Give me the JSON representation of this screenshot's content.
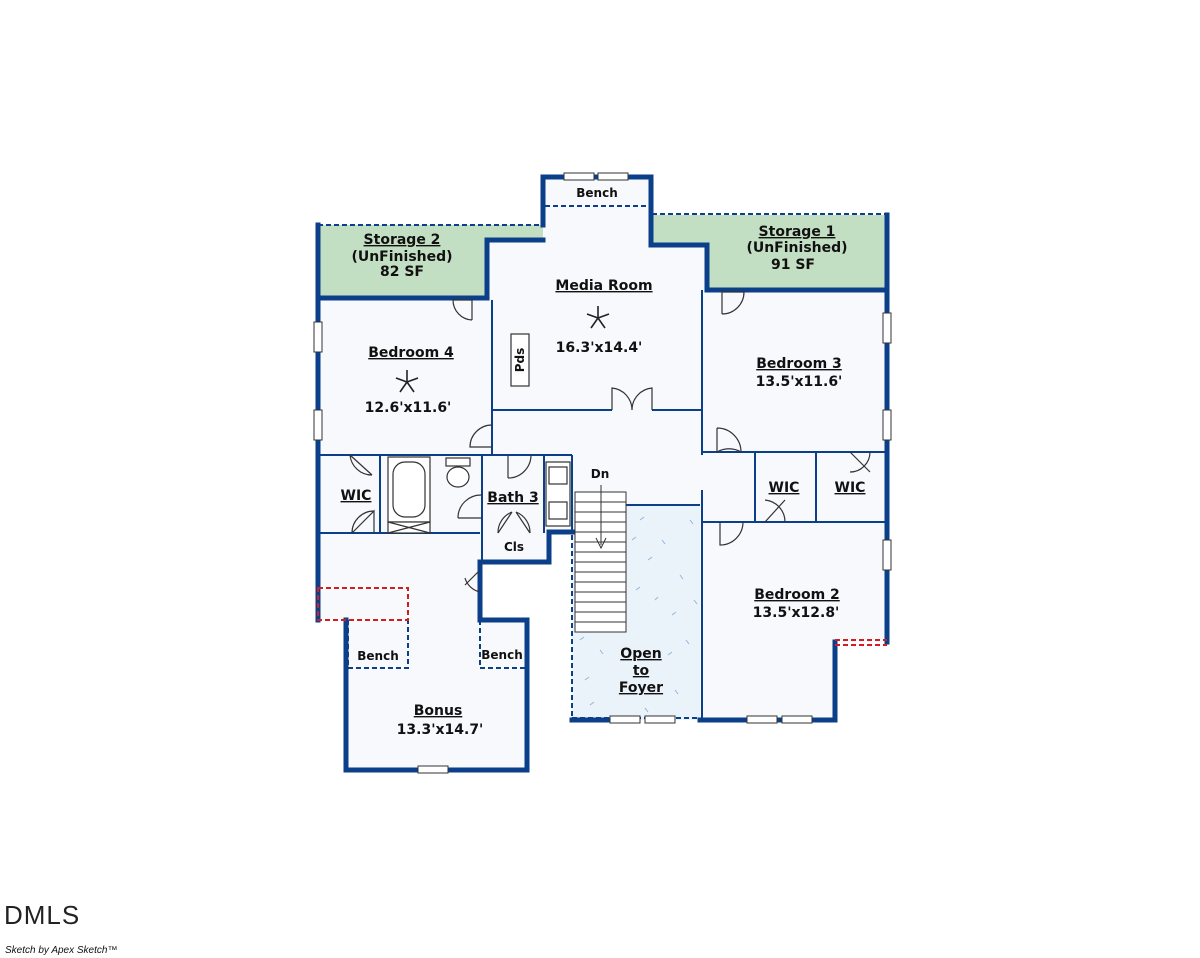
{
  "rooms": {
    "storage2": {
      "name": "Storage 2",
      "note": "(UnFinished)",
      "area": "82 SF"
    },
    "storage1": {
      "name": "Storage 1",
      "note": "(UnFinished)",
      "area": "91 SF"
    },
    "media": {
      "name": "Media Room",
      "dims": "16.3'x14.4'"
    },
    "bedroom4": {
      "name": "Bedroom 4",
      "dims": "12.6'x11.6'"
    },
    "bedroom3": {
      "name": "Bedroom 3",
      "dims": "13.5'x11.6'"
    },
    "bedroom2": {
      "name": "Bedroom 2",
      "dims": "13.5'x12.8'"
    },
    "bath3": {
      "name": "Bath 3"
    },
    "wic_left": {
      "name": "WIC"
    },
    "wic_mid": {
      "name": "WIC"
    },
    "wic_right": {
      "name": "WIC"
    },
    "bonus": {
      "name": "Bonus",
      "dims": "13.3'x14.7'"
    },
    "foyer": {
      "line1": "Open",
      "line2": "to",
      "line3": "Foyer"
    }
  },
  "labels": {
    "bench_top": "Bench",
    "bench_left": "Bench",
    "bench_right": "Bench",
    "pds": "Pds",
    "closet": "Cls",
    "down": "Dn"
  },
  "footer": {
    "brand": "DMLS",
    "credit": "Sketch by Apex Sketch™"
  },
  "colors": {
    "wall": "#0b3f8a",
    "storage_fill": "#c3dfc3",
    "room_fill": "#f7f9fc",
    "foyer_fill": "#eef4fa",
    "dashed_red": "#d21e1e"
  }
}
